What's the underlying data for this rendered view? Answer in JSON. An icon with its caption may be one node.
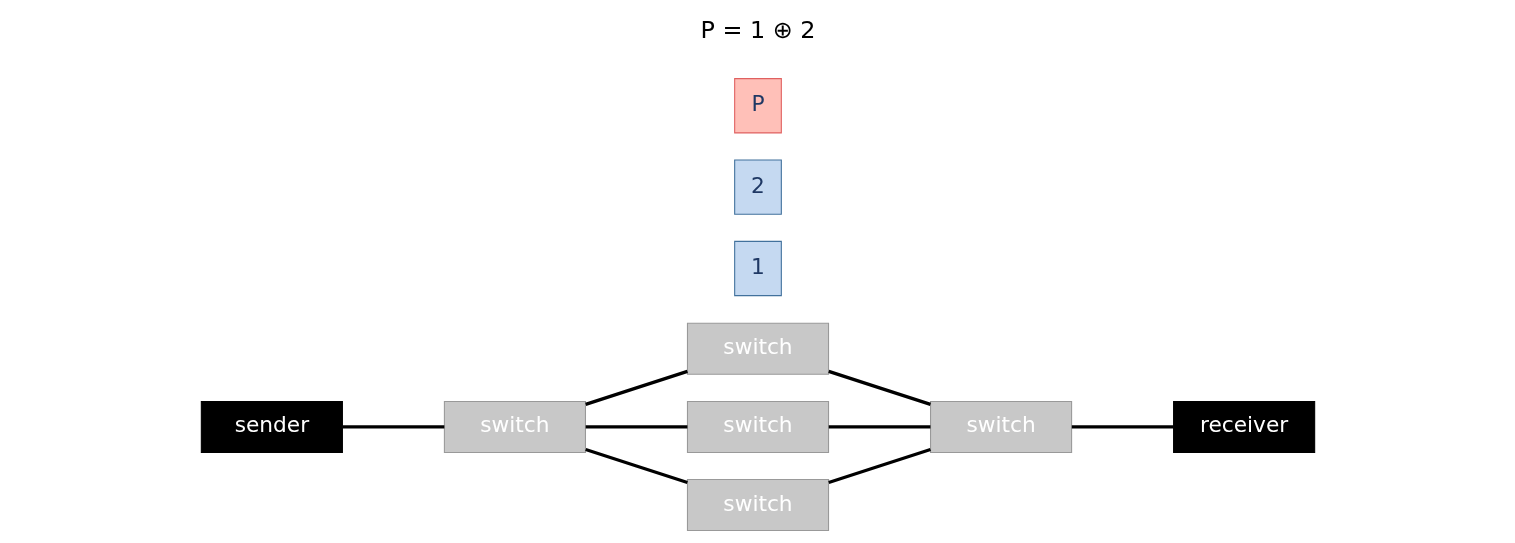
{
  "diagram": {
    "nodes": [
      {
        "text": [
          "sender"
        ]
      },
      {
        "text": [
          "switch"
        ]
      },
      {
        "text": [
          "switch"
        ]
      },
      {
        "text": [
          "switch"
        ]
      },
      {
        "text": [
          "switch"
        ]
      },
      {
        "text": [
          "switch"
        ]
      },
      {
        "text": [
          "receiver"
        ]
      },
      {
        "text": [
          "1"
        ]
      },
      {
        "text": [
          "2"
        ]
      },
      {
        "text": [
          "P"
        ]
      }
    ],
    "edges": [
      {
        "from": 0,
        "to": 1,
        "arrow": "none"
      },
      {
        "from": 1,
        "to": 2,
        "arrow": "none"
      },
      {
        "from": 1,
        "to": 3,
        "arrow": "none"
      },
      {
        "from": 1,
        "to": 4,
        "arrow": "none"
      },
      {
        "from": 2,
        "to": 5,
        "arrow": "none"
      },
      {
        "from": 3,
        "to": 5,
        "arrow": "none"
      },
      {
        "from": 4,
        "to": 5,
        "arrow": "none"
      },
      {
        "from": 5,
        "to": 6,
        "arrow": "none"
      }
    ],
    "labels": [
      "P = 1 ⊕ 2"
    ]
  }
}
